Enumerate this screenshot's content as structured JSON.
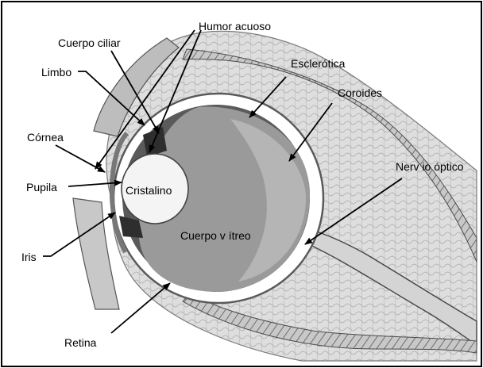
{
  "labels": {
    "humor_acuoso": "Humor acuoso",
    "cuerpo_ciliar": "Cuerpo ciliar",
    "limbo": "Limbo",
    "esclerotica": "Esclerótica",
    "coroides": "Coroides",
    "cornea": "Córnea",
    "nervio_optico": "Nerv io óptico",
    "pupila": "Pupila",
    "cristalino": "Cristalino",
    "cuerpo_vitreo": "Cuerpo v ítreo",
    "iris": "Iris",
    "retina": "Retina"
  },
  "colors": {
    "border": "#000000",
    "tissue": "#d9d9d9",
    "tissue_dark": "#8c8c8c",
    "vitreous": "#9a9a9a",
    "choroid_dark": "#3c3c3c",
    "lens": "#f2f2f2"
  }
}
